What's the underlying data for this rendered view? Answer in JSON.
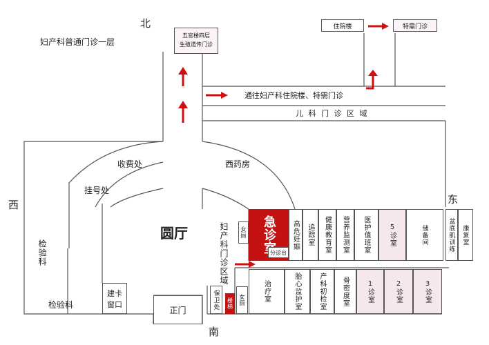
{
  "title": "妇产科普通门诊一层",
  "directions": {
    "north": "北",
    "south": "南",
    "east": "东",
    "west": "西"
  },
  "top_boxes": {
    "box_5f": "五官楼四层\n生殖遗传门诊",
    "inpatient": "住院楼",
    "special": "特需门诊"
  },
  "road": {
    "to_inpatient": "通往妇产科住院楼、特需门诊",
    "pediatric_area": "儿 科 门 诊 区 域"
  },
  "areas": {
    "lobby": "圆厅",
    "cashier": "收费处",
    "registration": "挂号处",
    "western_pharmacy": "西药房",
    "obgyn_area": "妇产科门诊区域",
    "lab": "检验科",
    "lab_vertical": "检验科",
    "card_window": "建卡窗口",
    "main_gate": "正门",
    "security": "保卫处",
    "stairs": "楼梯"
  },
  "rooms_top": [
    {
      "label": "女厕"
    },
    {
      "label": "急诊室"
    },
    {
      "label": "分诊台"
    },
    {
      "label": "高危妊娠"
    },
    {
      "label": "追踪室"
    },
    {
      "label": "健康教育室"
    },
    {
      "label": "营养监测室"
    },
    {
      "label": "医护值班室"
    },
    {
      "label": "5诊室"
    },
    {
      "label": "储备间"
    },
    {
      "label": "盆底肌训练"
    },
    {
      "label": "康复室"
    }
  ],
  "rooms_bottom": [
    {
      "label": "女厕"
    },
    {
      "label": "治疗室"
    },
    {
      "label": "胎心监护室"
    },
    {
      "label": "产科初检室"
    },
    {
      "label": "骨密度室"
    },
    {
      "label": "1诊室"
    },
    {
      "label": "2诊室"
    },
    {
      "label": "3诊室"
    }
  ],
  "colors": {
    "accent_red": "#c41212",
    "arrow_red": "#d10f0f",
    "pink_room": "#f6e6ee",
    "lines": "#555555"
  }
}
